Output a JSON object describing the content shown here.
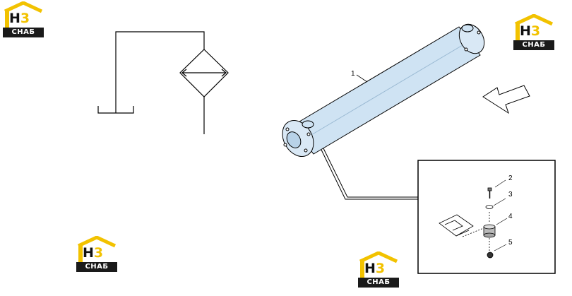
{
  "colors": {
    "tube_fill": "#cfe3f3",
    "line": "#000000",
    "logo_yellow": "#f2c200",
    "logo_dark": "#1a1a1a"
  },
  "watermark": {
    "mark_h": "H",
    "mark_3": "3",
    "plate_text": "СНАБ"
  },
  "callouts": {
    "c1": "1",
    "c2": "2",
    "c3": "3",
    "c4": "4",
    "c5": "5"
  },
  "icons": [
    "filter-symbol-icon",
    "direction-arrow-icon"
  ]
}
